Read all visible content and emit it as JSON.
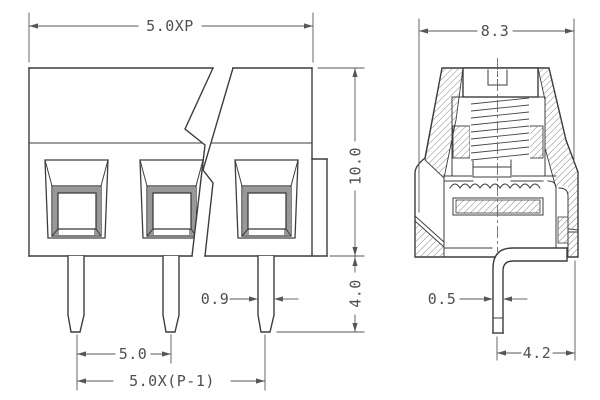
{
  "drawing": {
    "title": "terminal-block-dimension-drawing",
    "front_view": {
      "dim_total_width": "5.0XP",
      "dim_body_height": "10.0",
      "dim_pin_length": "4.0",
      "dim_pin_width": "0.9",
      "dim_pitch": "5.0",
      "dim_pin_span": "5.0X(P-1)"
    },
    "side_view": {
      "dim_depth": "8.3",
      "dim_pin_thickness": "0.5",
      "dim_pin_offset": "4.2"
    }
  }
}
